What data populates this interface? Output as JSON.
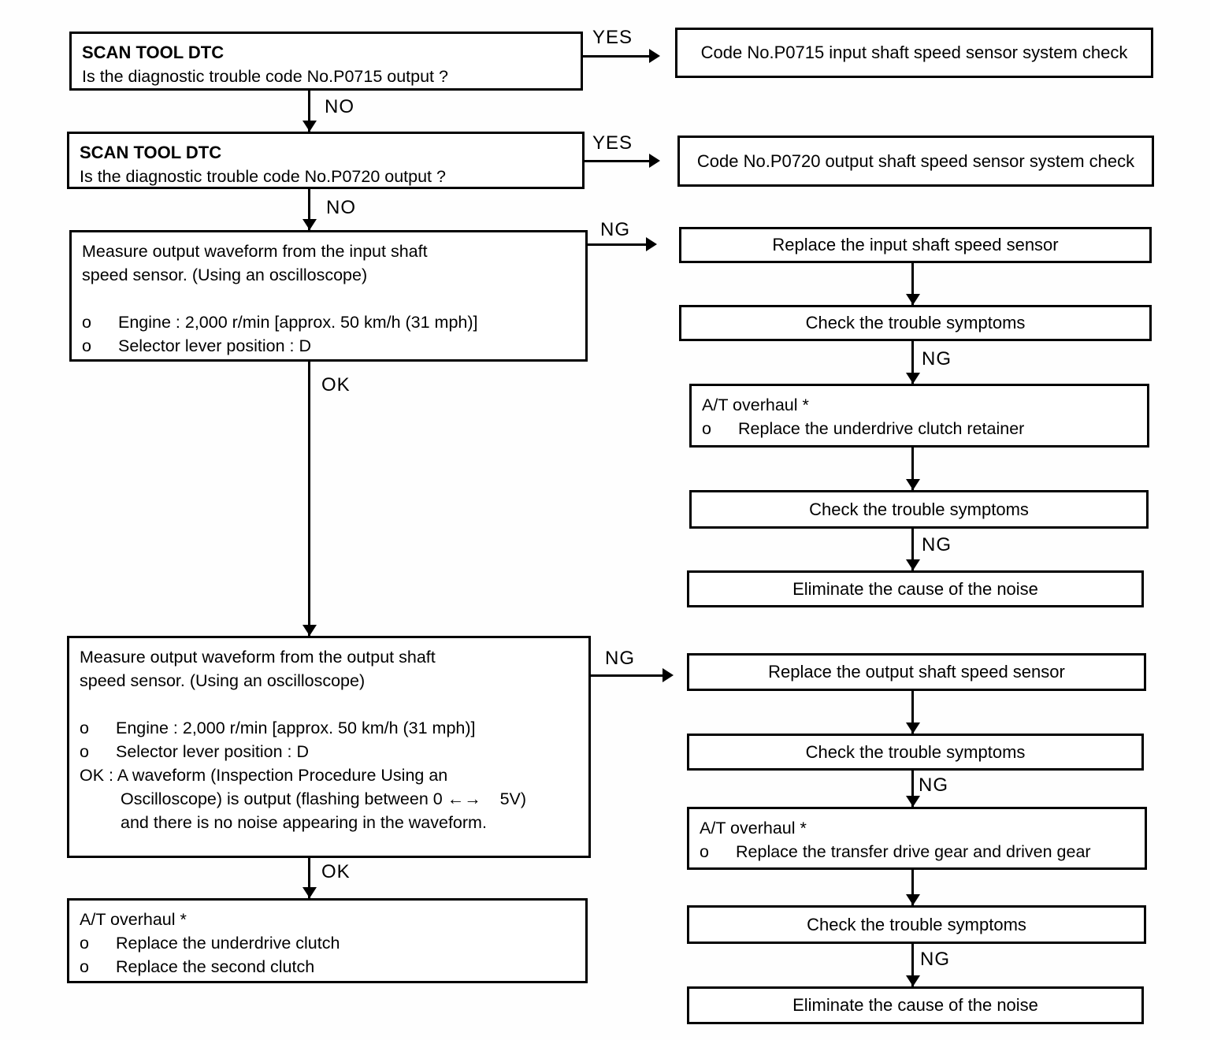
{
  "labels": {
    "yes": "YES",
    "no": "NO",
    "ng": "NG",
    "ok": "OK"
  },
  "nodes": {
    "scan_p0715": {
      "title": "SCAN TOOL DTC",
      "question": "Is the diagnostic trouble code No.P0715 output ?"
    },
    "code_p0715": {
      "text": "Code No.P0715 input shaft speed sensor system check"
    },
    "scan_p0720": {
      "title": "SCAN TOOL DTC",
      "question": "Is the diagnostic trouble code No.P0720 output ?"
    },
    "code_p0720": {
      "text": "Code No.P0720 output shaft speed sensor system check"
    },
    "measure_input": {
      "line1": "Measure output waveform from the input shaft",
      "line2": "speed sensor. (Using an oscilloscope)",
      "bullets": [
        {
          "marker": "o",
          "text": "Engine : 2,000 r/min [approx. 50 km/h (31 mph)]"
        },
        {
          "marker": "o",
          "text": "Selector lever position : D"
        }
      ]
    },
    "replace_input_sensor": {
      "text": "Replace the input shaft speed sensor"
    },
    "check_symptoms_1": {
      "text": "Check the trouble symptoms"
    },
    "overhaul_retainer": {
      "title": "A/T overhaul *",
      "bullets": [
        {
          "marker": "o",
          "text": "Replace the underdrive clutch retainer"
        }
      ]
    },
    "check_symptoms_2": {
      "text": "Check the trouble symptoms"
    },
    "eliminate_noise_1": {
      "text": "Eliminate the cause of the noise"
    },
    "measure_output": {
      "line1": "Measure output waveform from the output shaft",
      "line2": "speed sensor. (Using an oscilloscope)",
      "bullets": [
        {
          "marker": "o",
          "text": "Engine : 2,000 r/min [approx. 50 km/h (31 mph)]"
        },
        {
          "marker": "o",
          "text": "Selector lever position : D"
        }
      ],
      "ok_line1": "OK : A waveform (Inspection Procedure Using an",
      "ok_line2": "Oscilloscope) is output (flashing between 0 ←→    5V)",
      "ok_line3": "and there is no noise appearing in the waveform."
    },
    "replace_output_sensor": {
      "text": "Replace the output shaft speed sensor"
    },
    "check_symptoms_3": {
      "text": "Check the trouble symptoms"
    },
    "overhaul_transfer": {
      "title": "A/T overhaul *",
      "bullets": [
        {
          "marker": "o",
          "text": "Replace the transfer drive gear and driven gear"
        }
      ]
    },
    "check_symptoms_4": {
      "text": "Check the trouble symptoms"
    },
    "eliminate_noise_2": {
      "text": "Eliminate the cause of the noise"
    },
    "overhaul_clutch": {
      "title": "A/T overhaul *",
      "bullets": [
        {
          "marker": "o",
          "text": "Replace the underdrive clutch"
        },
        {
          "marker": "o",
          "text": "Replace the second clutch"
        }
      ]
    }
  }
}
